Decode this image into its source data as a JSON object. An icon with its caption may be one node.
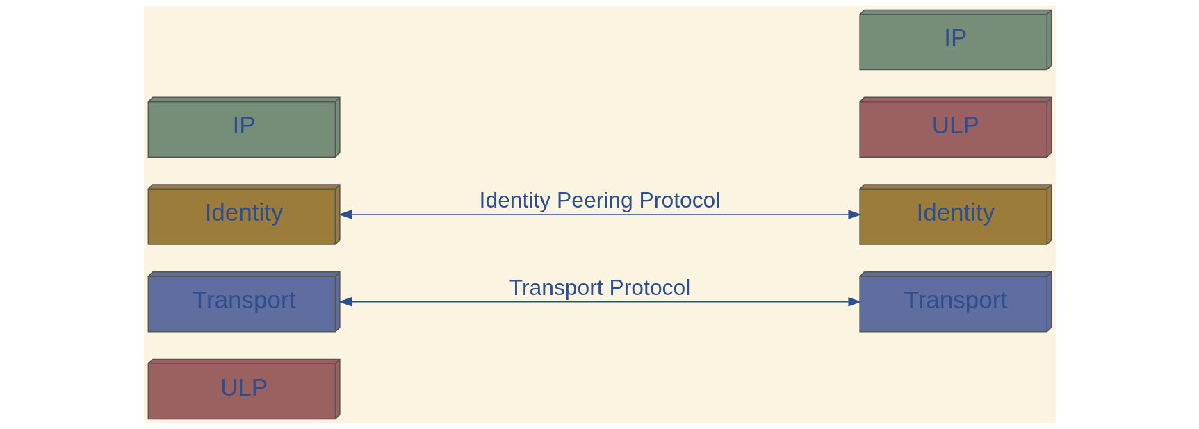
{
  "diagram": {
    "nodes": [
      {
        "text": [
          "ULP"
        ]
      },
      {
        "text": [
          "Transport"
        ]
      },
      {
        "text": [
          "Identity"
        ]
      },
      {
        "text": [
          "IP"
        ]
      },
      {
        "text": [
          "ULP"
        ]
      },
      {
        "text": [
          "Transport"
        ]
      },
      {
        "text": [
          "Identity"
        ]
      },
      {
        "text": [
          "IP"
        ]
      }
    ],
    "edges": [
      {
        "from": 1,
        "to": 5,
        "arrow": "both",
        "label": "Transport Protocol"
      },
      {
        "from": 2,
        "to": 6,
        "arrow": "both",
        "label": "Identity Peering Protocol"
      }
    ]
  }
}
